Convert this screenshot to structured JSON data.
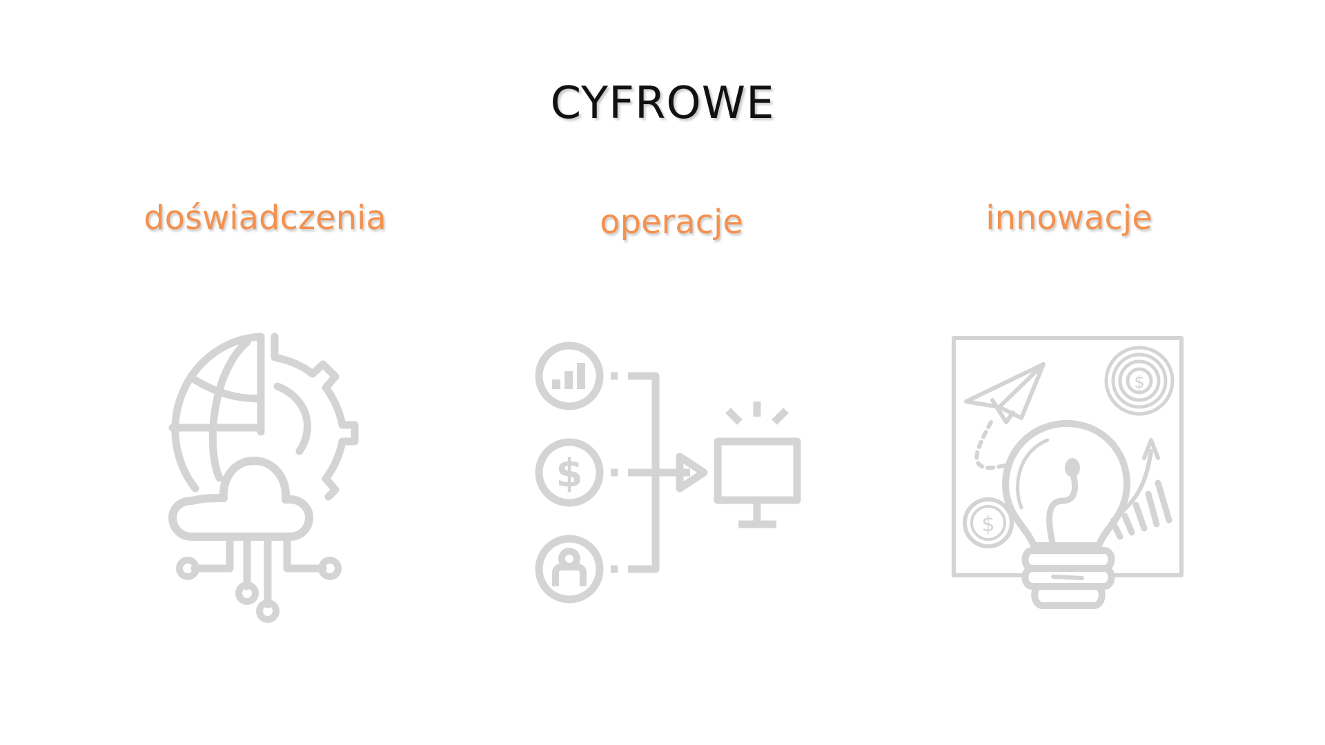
{
  "slide": {
    "title": "CYFROWE"
  },
  "columns": [
    {
      "label": "doświadczenia",
      "icon": "globe-gear-cloud-network-icon"
    },
    {
      "label": "operacje",
      "icon": "data-inputs-to-monitor-icon"
    },
    {
      "label": "innowacje",
      "icon": "lightbulb-innovation-icon"
    }
  ],
  "colors": {
    "accent": "#F4914E",
    "icon": "#D4D4D4",
    "title": "#111111"
  }
}
